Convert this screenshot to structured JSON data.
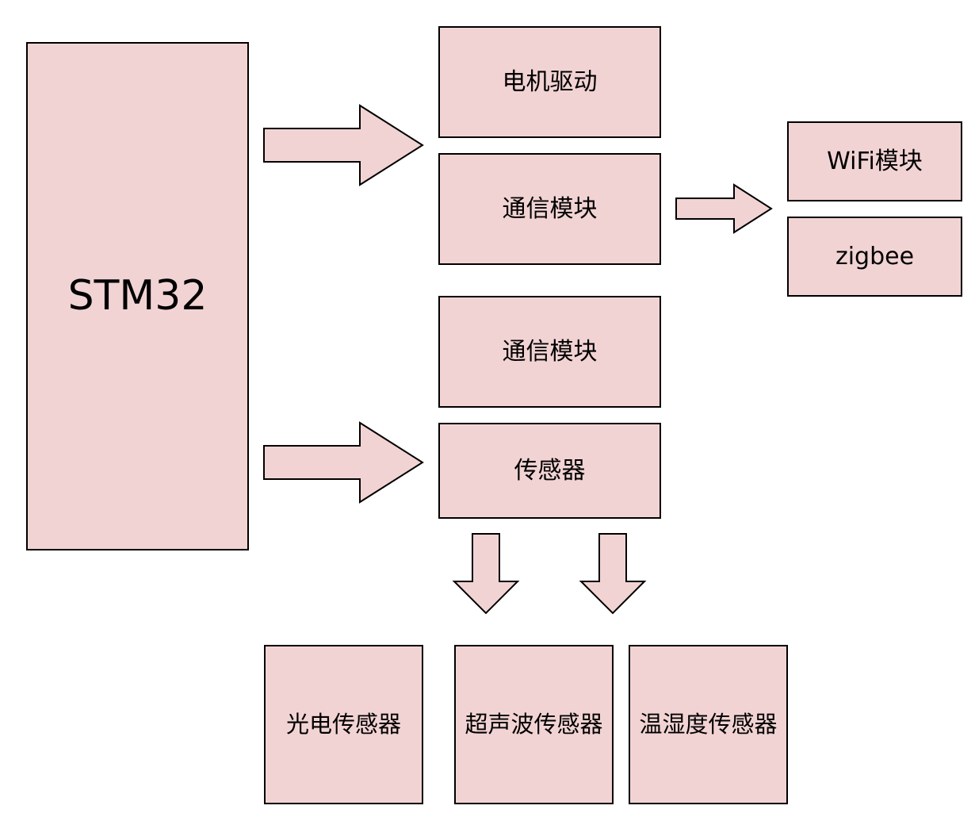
{
  "colors": {
    "node_fill": "#f2d3d3",
    "stroke": "#000000",
    "text": "#000000",
    "background": "#ffffff"
  },
  "nodes": {
    "stm32": "STM32",
    "motor_driver": "电机驱动",
    "comm_module_1": "通信模块",
    "comm_module_2": "通信模块",
    "sensor": "传感器",
    "wifi_module": "WiFi模块",
    "zigbee": "zigbee",
    "photoelectric_sensor": "光电传感器",
    "ultrasonic_sensor": "超声波传感器",
    "temp_humidity_sensor": "温湿度传感器"
  },
  "edges": [
    {
      "from": "stm32",
      "to": "motor_driver"
    },
    {
      "from": "stm32",
      "to": "sensor"
    },
    {
      "from": "comm_module_1",
      "to": "wifi_module"
    },
    {
      "from": "sensor",
      "to": "ultrasonic_sensor"
    },
    {
      "from": "sensor",
      "to": "temp_humidity_sensor"
    }
  ]
}
